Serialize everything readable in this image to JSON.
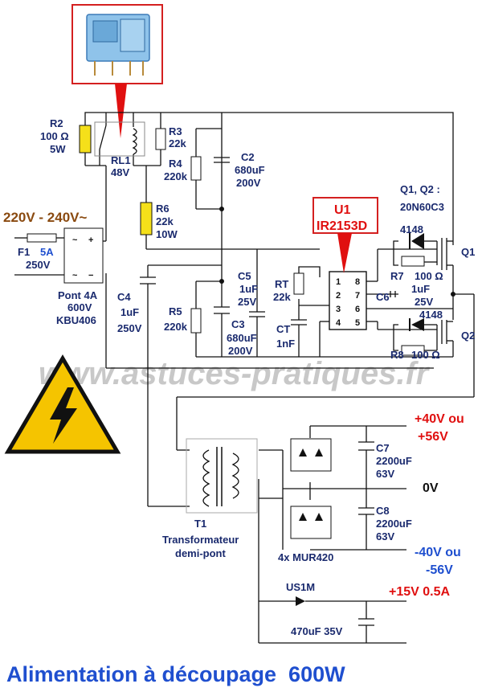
{
  "title": "Alimentation à découpage  600W",
  "watermark": "www.astuces-pratiques.fr",
  "input": {
    "voltage": "220V - 240V~"
  },
  "components": {
    "r2": [
      "R2",
      "100 Ω",
      "5W"
    ],
    "rl1": [
      "RL1",
      "48V"
    ],
    "r3": [
      "R3",
      "22k"
    ],
    "r4": [
      "R4",
      "220k"
    ],
    "c2": [
      "C2",
      "680uF",
      "200V"
    ],
    "r6": [
      "R6",
      "22k",
      "10W"
    ],
    "f1": [
      "F1",
      "5A",
      "250V"
    ],
    "pont": [
      "Pont 4A",
      "600V",
      "KBU406"
    ],
    "c4": [
      "C4",
      "1uF",
      "250V"
    ],
    "r5": [
      "R5",
      "220k"
    ],
    "c3": [
      "C3",
      "680uF",
      "200V"
    ],
    "c5": [
      "C5",
      "1uF",
      "25V"
    ],
    "rt": [
      "RT",
      "22k"
    ],
    "ct": [
      "CT",
      "1nF"
    ],
    "u1": [
      "U1",
      "IR2153D"
    ],
    "q1q2": [
      "Q1, Q2 :",
      "20N60C3"
    ],
    "d4148a": "4148",
    "d4148b": "4148",
    "r7": [
      "R7",
      "100 Ω"
    ],
    "r8": [
      "R8",
      "100 Ω"
    ],
    "c6": [
      "C6",
      "1uF",
      "25V"
    ],
    "q1": "Q1",
    "q2": "Q2",
    "t1": [
      "T1",
      "Transformateur",
      "demi-pont"
    ],
    "c7": [
      "C7",
      "2200uF",
      "63V"
    ],
    "c8": [
      "C8",
      "2200uF",
      "63V"
    ],
    "mur": "4x MUR420",
    "us1m": "US1M",
    "c470": "470uF 35V"
  },
  "ic_pins": {
    "left": [
      "1",
      "2",
      "3",
      "4"
    ],
    "right": [
      "8",
      "7",
      "6",
      "5"
    ]
  },
  "outputs": {
    "pos": [
      "+40V ou",
      "+56V"
    ],
    "zero": "0V",
    "neg": [
      "-40V ou",
      "-56V"
    ],
    "aux": "+15V 0.5A"
  },
  "colors": {
    "accent_red": "#e01010",
    "blue": "#1f4fcf",
    "resistor": "#f5e01a",
    "warning": "#f5c400"
  }
}
